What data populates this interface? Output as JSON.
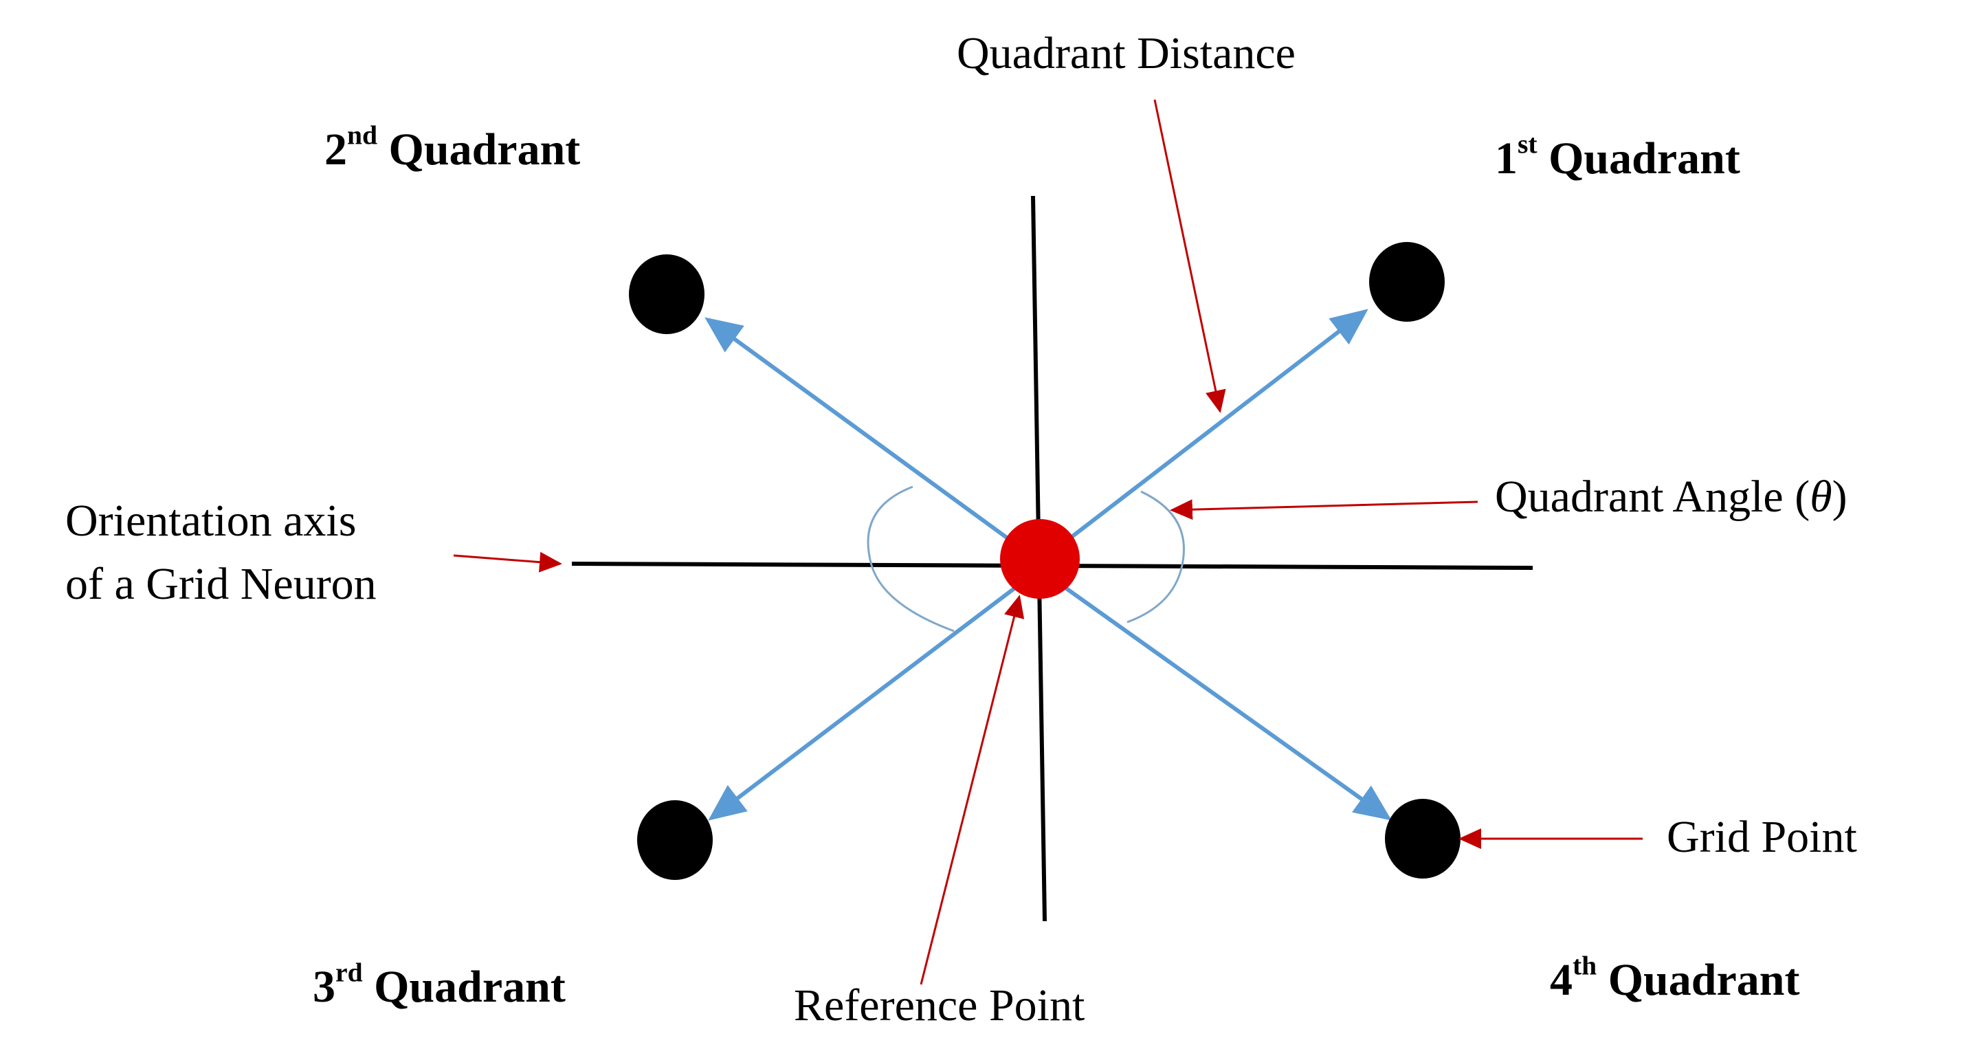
{
  "labels": {
    "quadrant_1": {
      "num": "1",
      "suffix": "st",
      "word": "Quadrant"
    },
    "quadrant_2": {
      "num": "2",
      "suffix": "nd",
      "word": "Quadrant"
    },
    "quadrant_3": {
      "num": "3",
      "suffix": "rd",
      "word": "Quadrant"
    },
    "quadrant_4": {
      "num": "4",
      "suffix": "th",
      "word": "Quadrant"
    },
    "quadrant_distance": "Quadrant Distance",
    "quadrant_angle": "Quadrant Angle",
    "theta_open": "(",
    "theta": "θ",
    "theta_close": ")",
    "orientation_axis_line1": "Orientation axis",
    "orientation_axis_line2": "of a Grid Neuron",
    "grid_point": "Grid Point",
    "reference_point": "Reference Point"
  },
  "colors": {
    "axis": "#000000",
    "vector": "#5b9bd5",
    "annotation_arrow": "#c00000",
    "reference_point": "#e00000",
    "grid_point": "#000000",
    "angle_arc": "#7fa7c9"
  }
}
